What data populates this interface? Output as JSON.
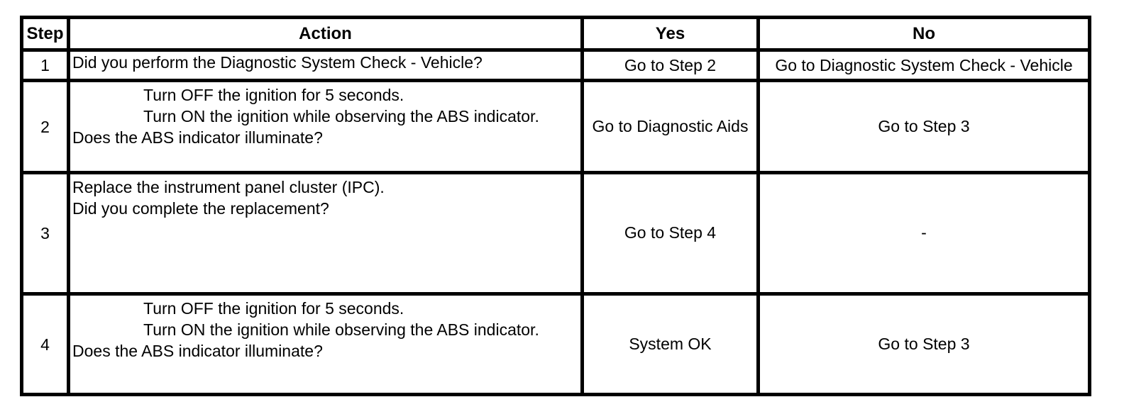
{
  "table": {
    "headers": {
      "step": "Step",
      "action": "Action",
      "yes": "Yes",
      "no": "No"
    },
    "rows": [
      {
        "step": "1",
        "action_lines": [],
        "question": "Did you perform the Diagnostic System Check - Vehicle?",
        "yes": "Go to Step 2",
        "no": "Go to Diagnostic System Check - Vehicle"
      },
      {
        "step": "2",
        "action_lines": [
          "Turn OFF the ignition for 5 seconds.",
          "Turn ON the ignition while observing the ABS indicator."
        ],
        "question": "Does the ABS indicator illuminate?",
        "yes": "Go to Diagnostic Aids",
        "no": "Go to Step 3"
      },
      {
        "step": "3",
        "action_lines": [
          "Replace the instrument panel cluster (IPC)."
        ],
        "question": "Did you complete the replacement?",
        "yes": "Go to Step 4",
        "no": "-"
      },
      {
        "step": "4",
        "action_lines": [
          "Turn OFF the ignition for 5 seconds.",
          "Turn ON the ignition while observing the ABS indicator."
        ],
        "question": "Does the ABS indicator illuminate?",
        "yes": "System OK",
        "no": "Go to Step 3"
      }
    ],
    "colors": {
      "border": "#000000",
      "text": "#000000",
      "background": "#ffffff"
    }
  }
}
